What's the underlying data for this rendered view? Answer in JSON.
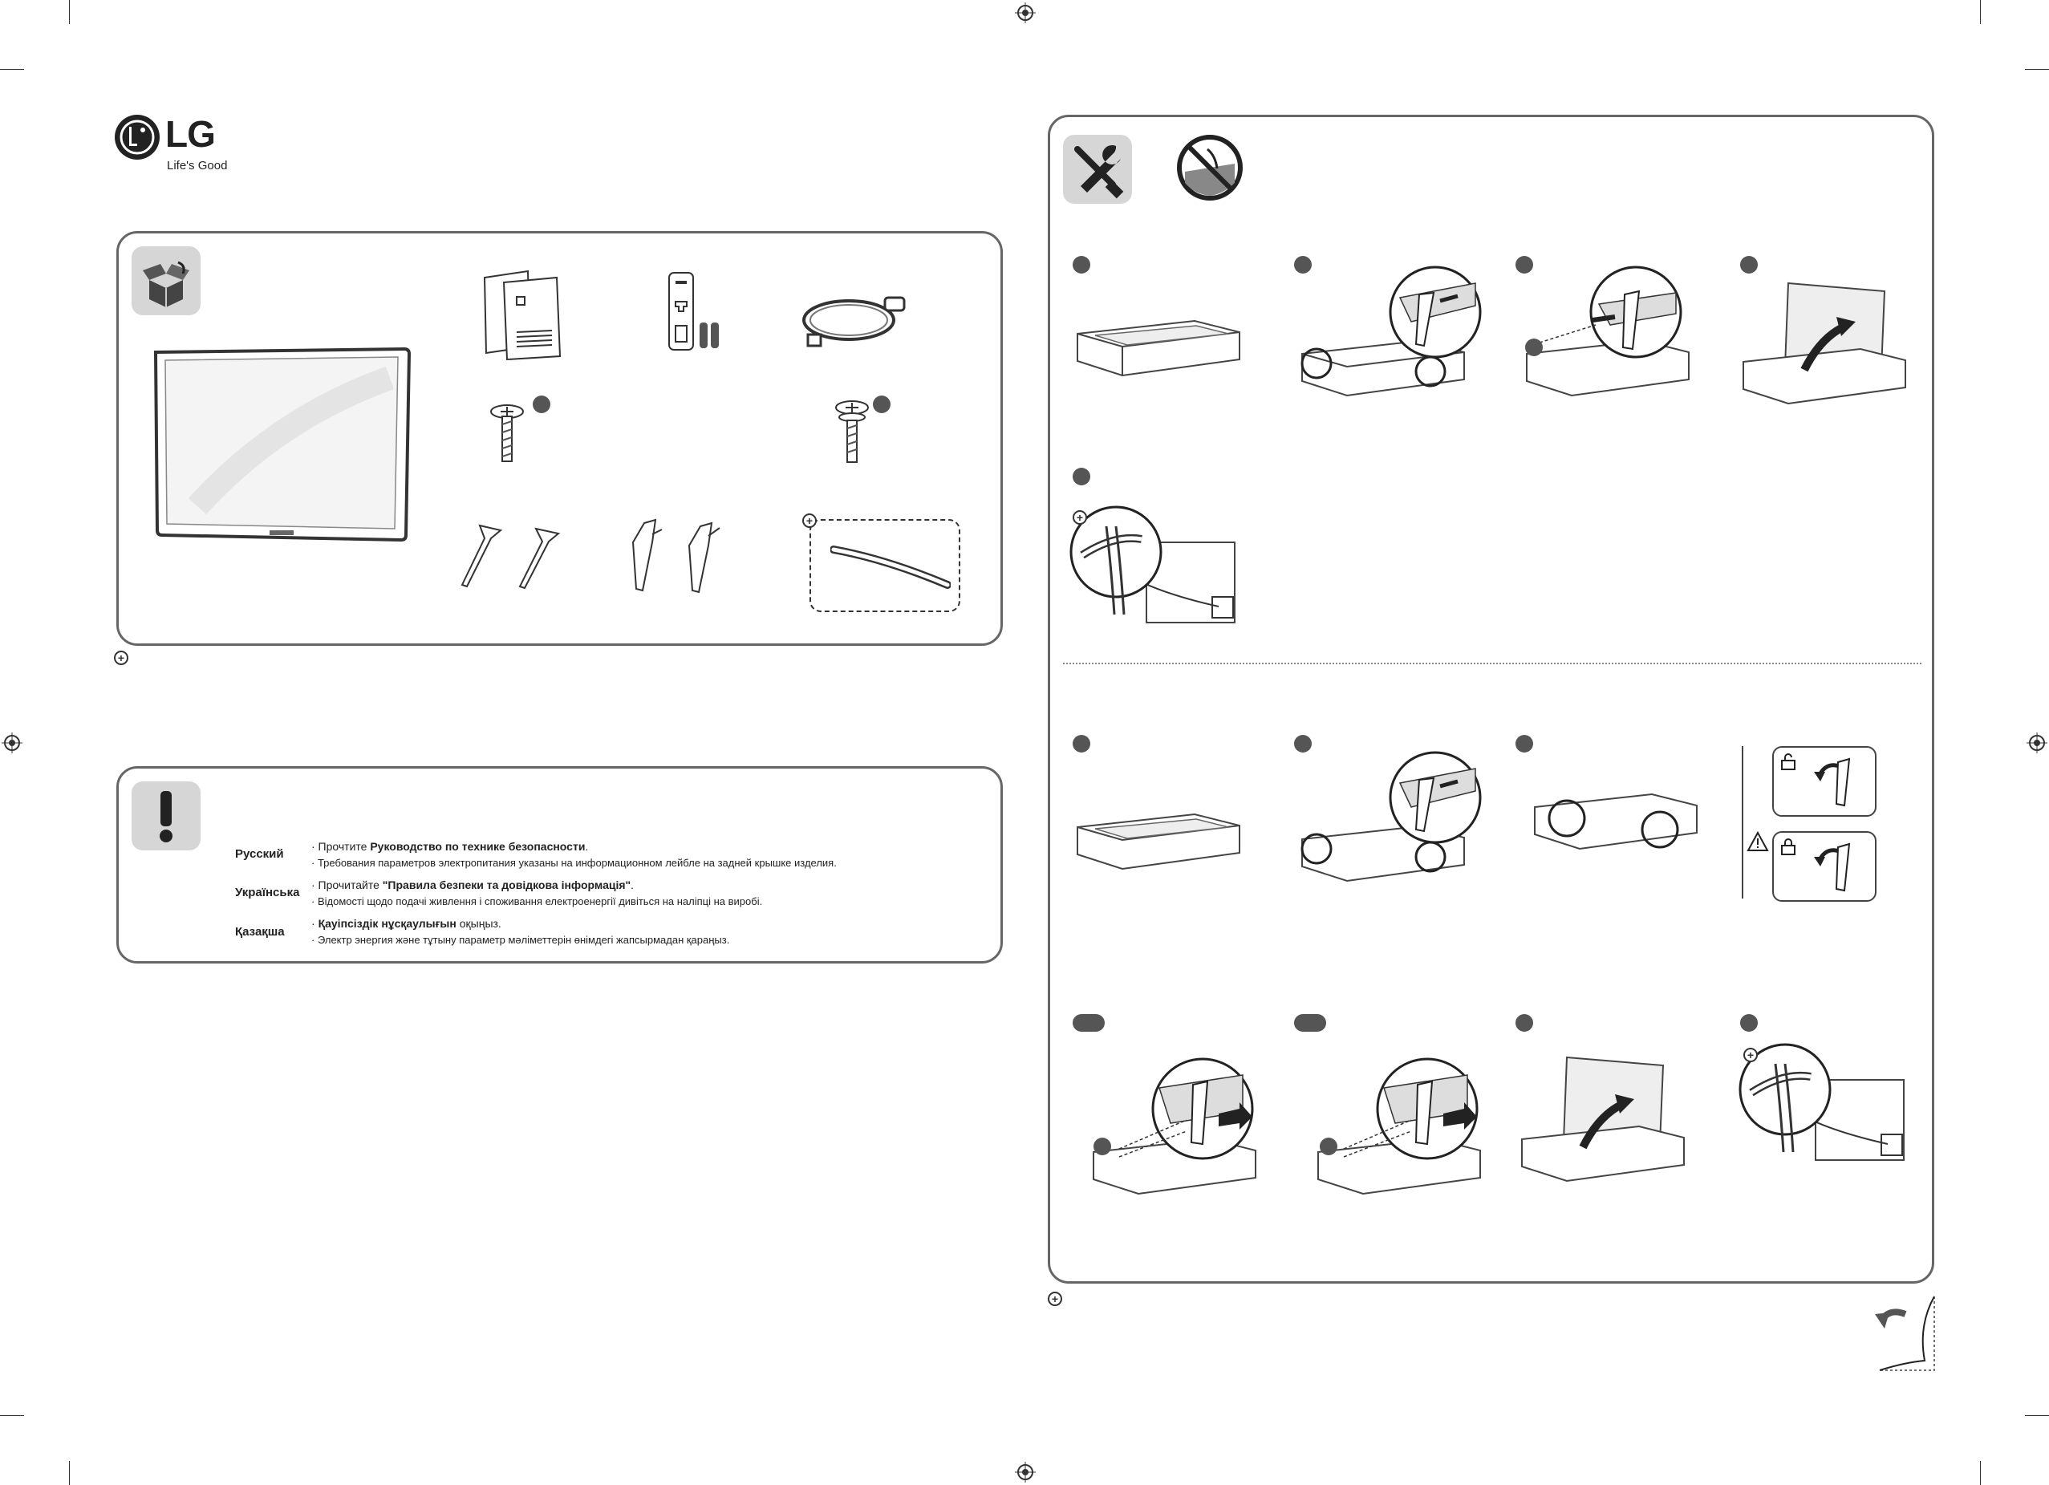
{
  "brand": {
    "logo_text": "LG",
    "tagline": "Life's Good"
  },
  "safety": {
    "items": [
      {
        "language": "Русский",
        "line1_prefix": "· Прочтите ",
        "line1_bold": "Руководство по технике безопасности",
        "line1_suffix": ".",
        "line2": "· Требования параметров электропитания указаны на информационном лейбле на задней крышке изделия."
      },
      {
        "language": "Українська",
        "line1_prefix": "· Прочитайте ",
        "line1_bold": "\"Правила безпеки та довідкова інформація\"",
        "line1_suffix": ".",
        "line2": "· Відомості щодо подачі живлення і споживання електроенергії дивіться на наліпці на виробі."
      },
      {
        "language": "Қазақша",
        "line1_prefix": "· ",
        "line1_bold": "Қауіпсіздік нұсқаулығын",
        "line1_suffix": " оқыңыз.",
        "line2": "· Электр энергия және тұтыну параметр мәліметтерін өнімдегі жапсырмадан қараңыз."
      }
    ]
  },
  "icons": {
    "box": "open-box-icon",
    "warning": "exclamation-icon",
    "tools": "screwdriver-wrench-icon",
    "no_press": "no-press-screen-icon",
    "page_turn": "page-turn-icon"
  },
  "colors": {
    "border": "#666666",
    "tile": "#d6d6d6",
    "step_marker": "#555555"
  }
}
